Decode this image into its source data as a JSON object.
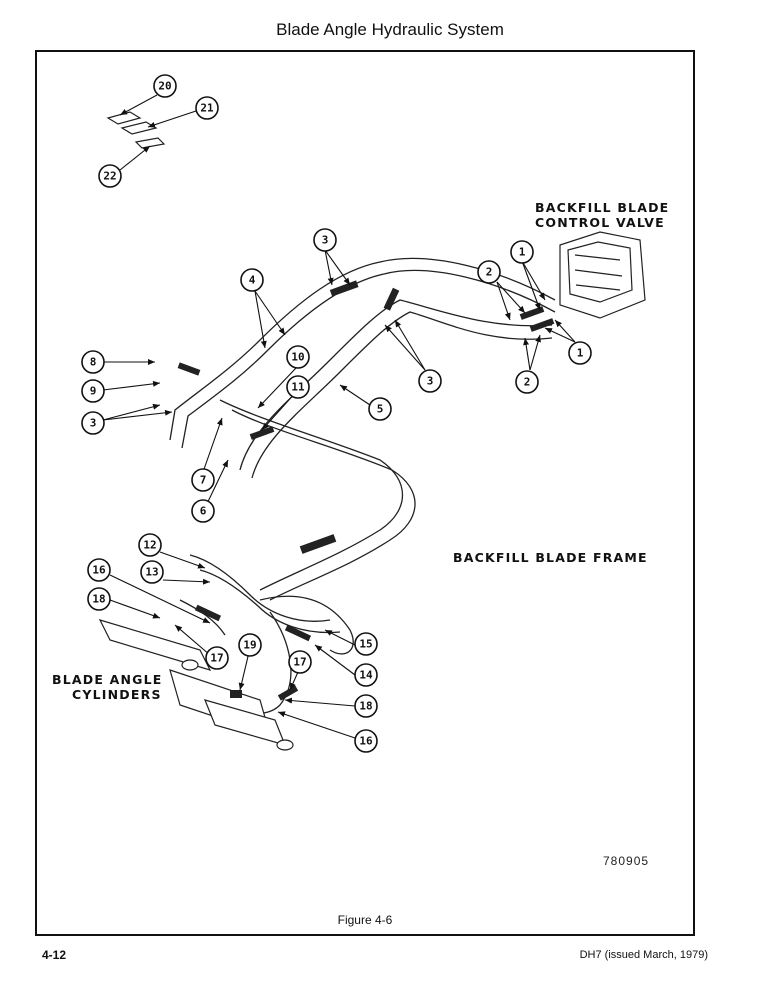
{
  "header": {
    "title": "Blade Angle Hydraulic System"
  },
  "labels": {
    "backfill_blade_line1": "BACKFILL BLADE",
    "control_valve": "CONTROL VALVE",
    "backfill_blade_frame": "BACKFILL BLADE FRAME",
    "blade_angle": "BLADE ANGLE",
    "cylinders": "CYLINDERS"
  },
  "drawing_number": "780905",
  "footer": {
    "figure_caption": "Figure 4-6",
    "page_number": "4-12",
    "document_ref": "DH7 (issued March, 1979)"
  },
  "callouts": {
    "c20": "20",
    "c21": "21",
    "c22": "22",
    "c3a": "3",
    "c4": "4",
    "c2a": "2",
    "c1a": "1",
    "c1b": "1",
    "c2b": "2",
    "c3b": "3",
    "c5": "5",
    "c8": "8",
    "c9": "9",
    "c3c": "3",
    "c10": "10",
    "c11": "11",
    "c7": "7",
    "c6": "6",
    "c12": "12",
    "c13": "13",
    "c16a": "16",
    "c18a": "18",
    "c17a": "17",
    "c19": "19",
    "c15": "15",
    "c14": "14",
    "c17b": "17",
    "c18b": "18",
    "c16b": "16"
  }
}
